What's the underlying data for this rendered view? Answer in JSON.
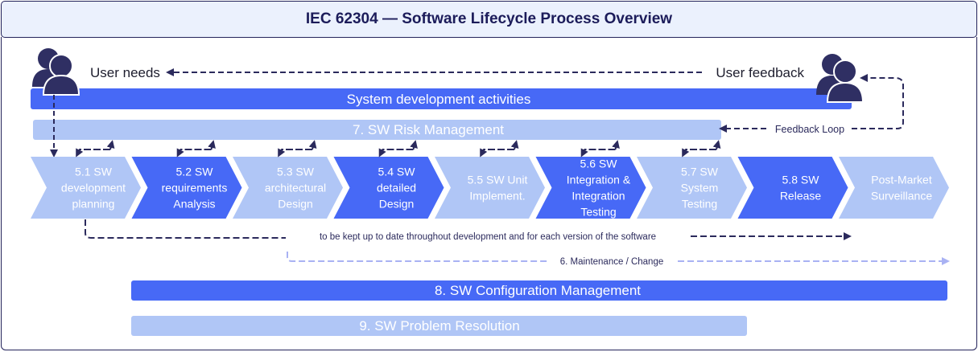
{
  "title": "IEC 62304 — Software Lifecycle Process Overview",
  "user_needs": "User needs",
  "user_feedback": "User feedback",
  "system_dev": "System development activities",
  "risk_mgmt": "7. SW Risk Management",
  "feedback_loop": "Feedback Loop",
  "steps": [
    {
      "lines": [
        "5.1 SW",
        "development",
        "planning"
      ],
      "tone": "light"
    },
    {
      "lines": [
        "5.2 SW",
        "requirements",
        "Analysis"
      ],
      "tone": "dark"
    },
    {
      "lines": [
        "5.3 SW",
        "architectural",
        "Design"
      ],
      "tone": "light"
    },
    {
      "lines": [
        "5.4 SW",
        "detailed",
        "Design"
      ],
      "tone": "dark"
    },
    {
      "lines": [
        "5.5 SW Unit",
        "Implement."
      ],
      "tone": "light"
    },
    {
      "lines": [
        "5.6 SW",
        "Integration &",
        "Integration",
        "Testing"
      ],
      "tone": "dark"
    },
    {
      "lines": [
        "5.7 SW",
        "System",
        "Testing"
      ],
      "tone": "light"
    },
    {
      "lines": [
        "5.8 SW",
        "Release"
      ],
      "tone": "dark"
    },
    {
      "lines": [
        "Post-Market",
        "Surveillance"
      ],
      "tone": "light"
    }
  ],
  "keep_up_to_date": "to be kept up to date throughout development and for each version of the software",
  "maintenance": "6. Maintenance / Change",
  "config_mgmt": "8. SW Configuration Management",
  "problem_resolution": "9. SW Problem Resolution",
  "colors": {
    "dark": "#4769f6",
    "light": "#b0c6f6",
    "navy": "#2b2a5c",
    "lavender": "#a9b2f3"
  }
}
